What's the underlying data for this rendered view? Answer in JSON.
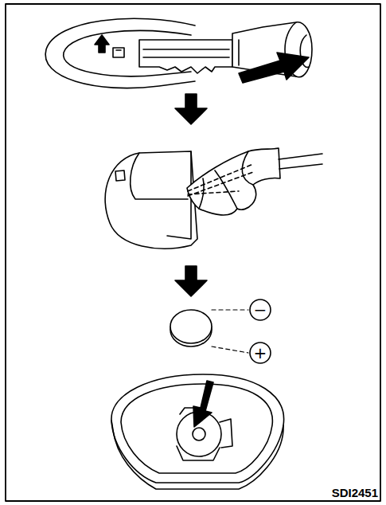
{
  "diagram": {
    "labels": [
      "−",
      "+",
      "SDI2451"
    ]
  }
}
